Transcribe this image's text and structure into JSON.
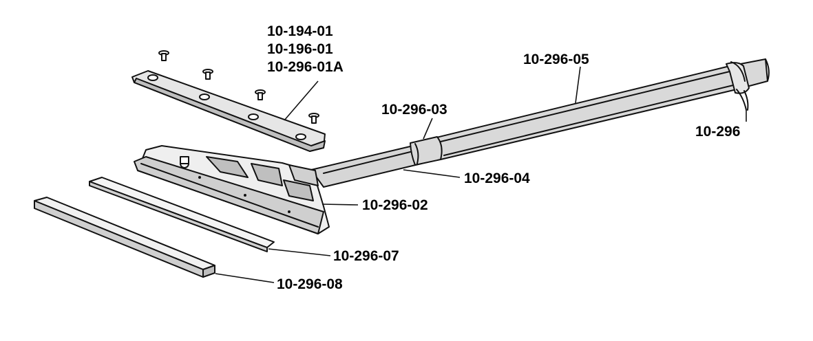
{
  "labels": {
    "p_10_194_01": "10-194-01",
    "p_10_196_01": "10-196-01",
    "p_10_296_01A": "10-296-01A",
    "p_10_296_05": "10-296-05",
    "p_10_296_03": "10-296-03",
    "p_10_296_cut": "10-296",
    "p_10_296_04": "10-296-04",
    "p_10_296_02": "10-296-02",
    "p_10_296_07": "10-296-07",
    "p_10_296_08": "10-296-08"
  }
}
